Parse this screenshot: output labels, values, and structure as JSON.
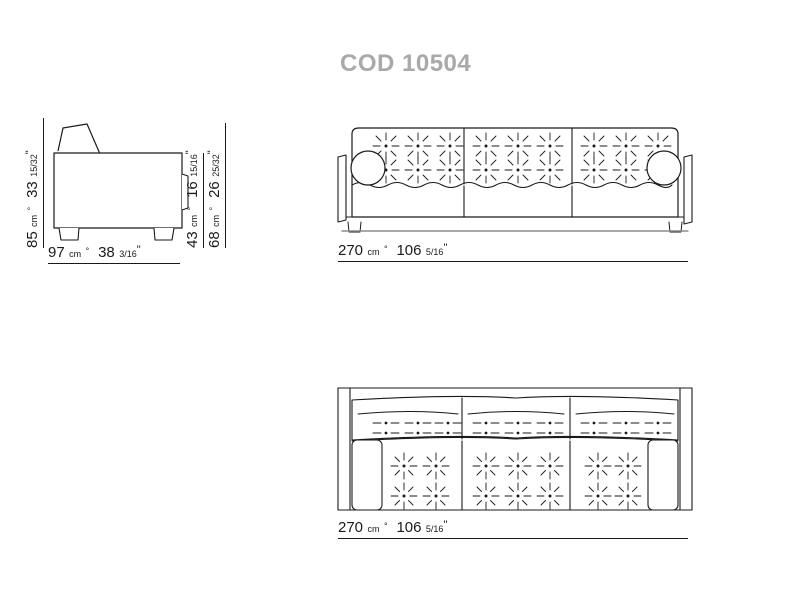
{
  "title": {
    "text": "COD 10504",
    "color": "#a9a9a9"
  },
  "views": {
    "side": {
      "name": "side-elevation",
      "dimensions": {
        "height_overall": {
          "metric_value": "85",
          "metric_unit": "cm",
          "separator": "°",
          "imperial_whole": "33",
          "imperial_fraction": "15/32",
          "imperial_mark": "\""
        },
        "depth_overall": {
          "metric_value": "97",
          "metric_unit": "cm",
          "separator": "°",
          "imperial_whole": "38",
          "imperial_fraction": "3/16",
          "imperial_mark": "\""
        },
        "seat_height": {
          "metric_value": "43",
          "metric_unit": "cm",
          "separator": "°",
          "imperial_whole": "16",
          "imperial_fraction": "15/16",
          "imperial_mark": "\""
        },
        "arm_height": {
          "metric_value": "68",
          "metric_unit": "cm",
          "separator": "°",
          "imperial_whole": "26",
          "imperial_fraction": "25/32",
          "imperial_mark": "\""
        }
      }
    },
    "front": {
      "name": "front-elevation",
      "dimensions": {
        "width_overall": {
          "metric_value": "270",
          "metric_unit": "cm",
          "separator": "°",
          "imperial_whole": "106",
          "imperial_fraction": "5/16",
          "imperial_mark": "\""
        }
      },
      "seat_count": 3,
      "bolster_count": 2
    },
    "plan": {
      "name": "plan-view",
      "dimensions": {
        "width_overall": {
          "metric_value": "270",
          "metric_unit": "cm",
          "separator": "°",
          "imperial_whole": "106",
          "imperial_fraction": "5/16",
          "imperial_mark": "\""
        }
      },
      "seat_count": 3,
      "bolster_count": 2
    }
  },
  "colors": {
    "line": "#1a1a1a",
    "line_light": "#555555",
    "title_gray": "#a9a9a9",
    "base_gray": "#8c8c8c",
    "background": "#ffffff"
  }
}
